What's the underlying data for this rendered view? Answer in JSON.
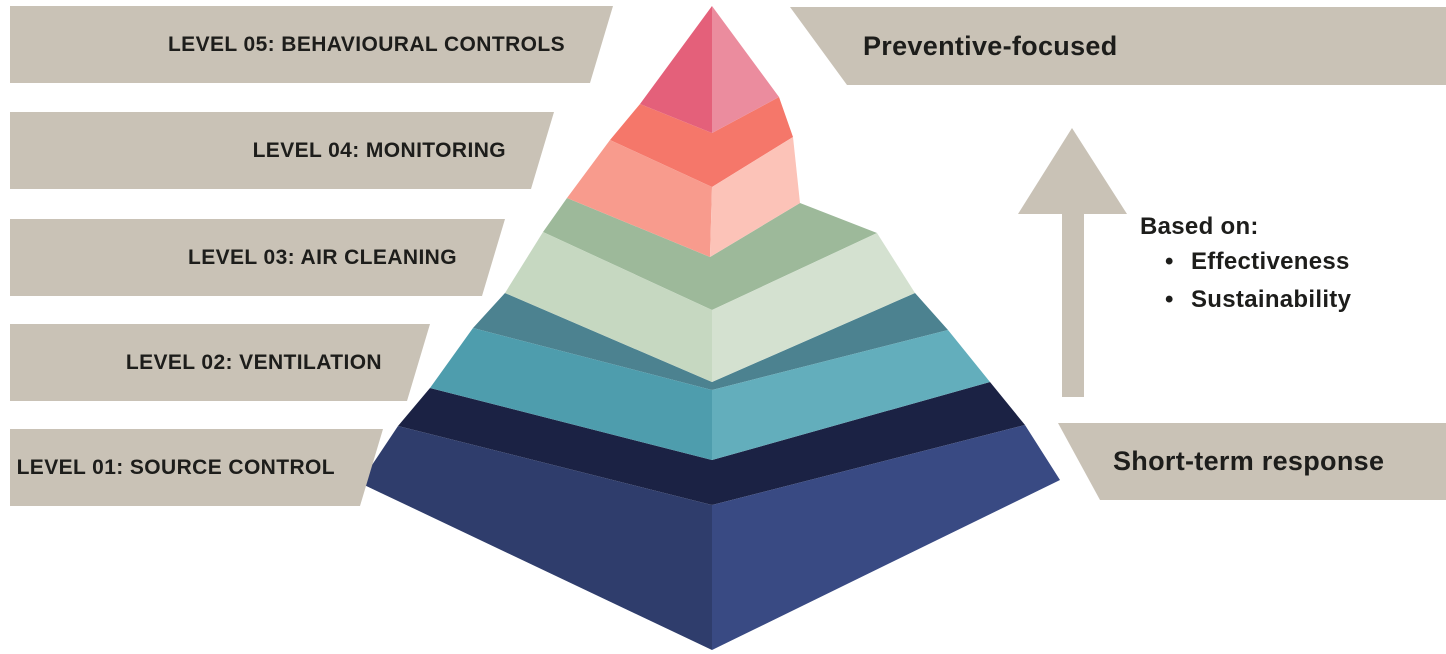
{
  "pyramid": {
    "levels": [
      {
        "label": "LEVEL 05: BEHAVIOURAL CONTROLS",
        "name": "behavioural-controls",
        "face_left": "#e4607a",
        "face_right": "#eb8c9e"
      },
      {
        "label": "LEVEL 04: MONITORING",
        "name": "monitoring",
        "top_face": "#f5776a",
        "face_left": "#f89b8d",
        "face_right": "#fcc3b8"
      },
      {
        "label": "LEVEL 03: AIR CLEANING",
        "name": "air-cleaning",
        "top_face": "#9db99a",
        "face_left": "#c6d8c1",
        "face_right": "#d4e1d0"
      },
      {
        "label": "LEVEL 02: VENTILATION",
        "name": "ventilation",
        "top_face": "#4c8290",
        "face_left": "#4e9dad",
        "face_right": "#63aebc"
      },
      {
        "label": "LEVEL 01: SOURCE CONTROL",
        "name": "source-control",
        "top_face": "#1b2244",
        "face_left": "#2f3d6c",
        "face_right": "#394a83"
      }
    ]
  },
  "annotations": {
    "top_right_label": "Preventive-focused",
    "bottom_right_label": "Short-term response",
    "based_on": {
      "heading": "Based on:",
      "bullet": "•",
      "items": [
        "Effectiveness",
        "Sustainability"
      ]
    }
  },
  "colors": {
    "label_band": "#c9c2b6",
    "arrow": "#c9c2b6",
    "text": "#1d1d1b",
    "background": "#ffffff"
  }
}
